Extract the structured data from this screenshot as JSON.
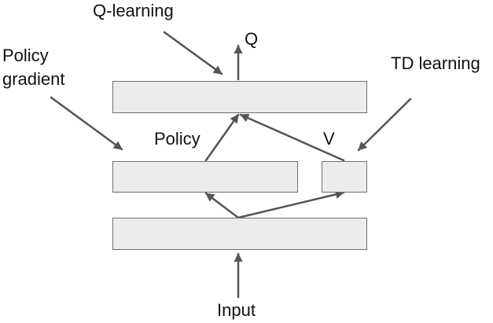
{
  "labels": {
    "q_learning": "Q-learning",
    "q": "Q",
    "policy_gradient_line1": "Policy",
    "policy_gradient_line2": "gradient",
    "td_learning": "TD learning",
    "policy": "Policy",
    "v": "V",
    "input": "Input"
  },
  "colors": {
    "box_fill": "#ececec",
    "box_border": "#6e6e6e",
    "arrow": "#555555",
    "text": "#111111"
  }
}
